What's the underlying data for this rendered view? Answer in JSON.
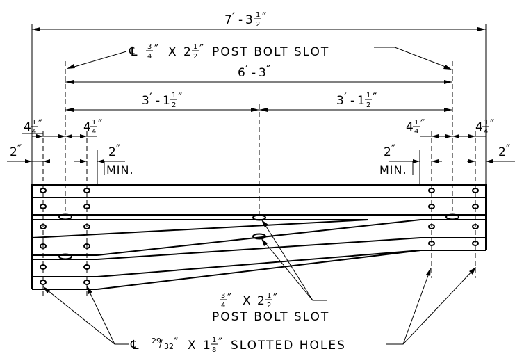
{
  "dimensions": {
    "overall_feet": "7",
    "overall_inches": "3",
    "overall_frac_num": "1",
    "overall_frac_den": "2",
    "slot_span_feet": "6",
    "slot_span_inches": "3",
    "half_left_feet": "3",
    "half_left_inches": "1",
    "half_left_frac_num": "1",
    "half_left_frac_den": "2",
    "half_right_feet": "3",
    "half_right_inches": "1",
    "half_right_frac_num": "1",
    "half_right_frac_den": "2",
    "small_whole": "4",
    "small_frac_num": "1",
    "small_frac_den": "4",
    "edge_value": "2",
    "edge_value_right_partial": "2",
    "min_label": "MIN.",
    "dash": "-",
    "foot_mark": "′",
    "inch_mark": "″"
  },
  "callouts": {
    "centerline_symbol": "℄",
    "post_bolt_top_num": "3",
    "post_bolt_top_den": "4",
    "post_bolt_top_times": "X",
    "post_bolt_top_whole": "2",
    "post_bolt_top_frac_num": "1",
    "post_bolt_top_frac_den": "2",
    "post_bolt_top_text": "POST BOLT SLOT",
    "post_bolt_mid_num": "3",
    "post_bolt_mid_den": "4",
    "post_bolt_mid_times": "X",
    "post_bolt_mid_whole": "2",
    "post_bolt_mid_frac_num": "1",
    "post_bolt_mid_frac_den": "2",
    "post_bolt_mid_text": "POST BOLT SLOT",
    "slotted_num": "29",
    "slotted_den": "32",
    "slotted_times": "X",
    "slotted_whole": "1",
    "slotted_frac_num": "1",
    "slotted_frac_den": "8",
    "slotted_text": "SLOTTED HOLES"
  }
}
